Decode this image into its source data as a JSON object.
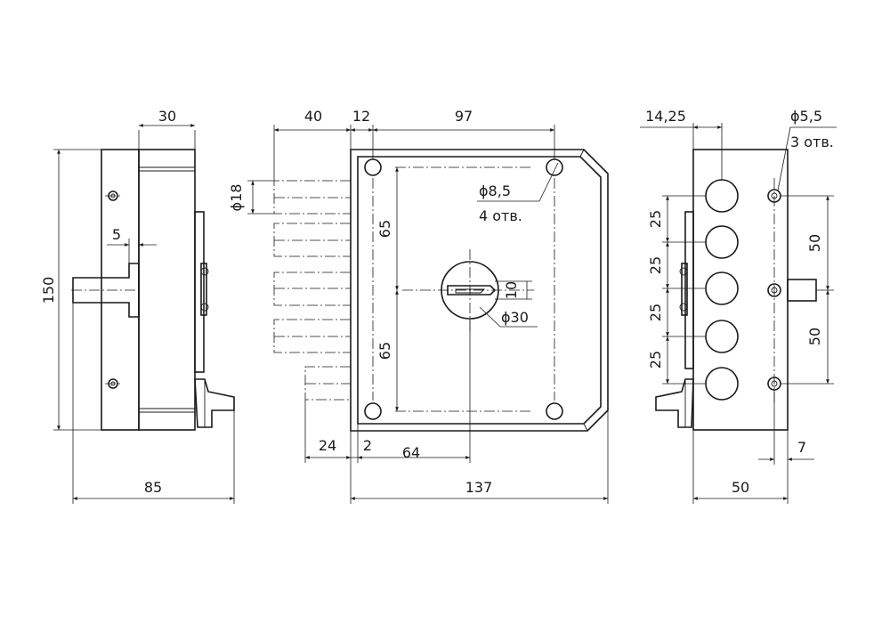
{
  "side_view": {
    "dim_width_top": "30",
    "dim_slot": "5",
    "dim_height": "150",
    "dim_width_bottom": "85"
  },
  "front_view": {
    "dim_bolt_length": "40",
    "dim_offset": "12",
    "dim_hole_spacing": "97",
    "dim_bolt_diameter": "ϕ18",
    "dim_upper_half": "65",
    "dim_lower_half": "65",
    "dim_hole_diameter": "ϕ8,5",
    "dim_hole_count": "4 отв.",
    "dim_key_slot": "10",
    "dim_cylinder_diameter": "ϕ30",
    "dim_bottom_offset": "24",
    "dim_edge_gap": "2",
    "dim_backset": "64",
    "dim_total_width": "137"
  },
  "back_view": {
    "dim_offset_top": "14,25",
    "dim_mount_diameter": "ϕ5,5",
    "dim_mount_count": "3 отв.",
    "dim_pitch_1": "25",
    "dim_pitch_2": "25",
    "dim_pitch_3": "25",
    "dim_pitch_4": "25",
    "dim_mount_upper": "50",
    "dim_mount_lower": "50",
    "dim_edge": "7",
    "dim_depth": "50"
  }
}
